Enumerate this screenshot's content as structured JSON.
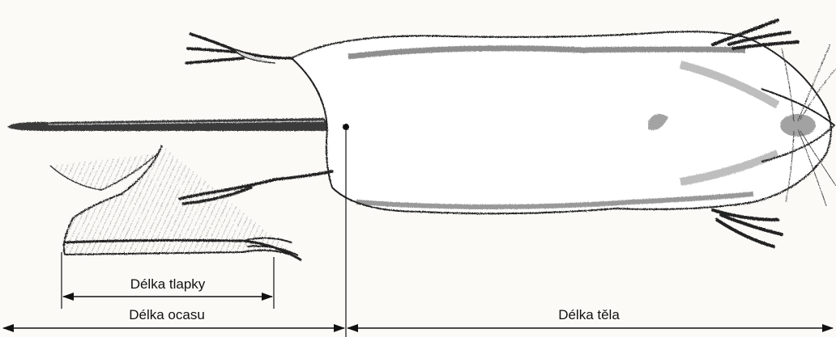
{
  "labels": {
    "paw_length": "Délka tlapky",
    "tail_length": "Délka ocasu",
    "body_length": "Délka těla"
  },
  "colors": {
    "ink": "#111111",
    "paper": "#fbfaf7",
    "shade": "#6b6b6b"
  }
}
